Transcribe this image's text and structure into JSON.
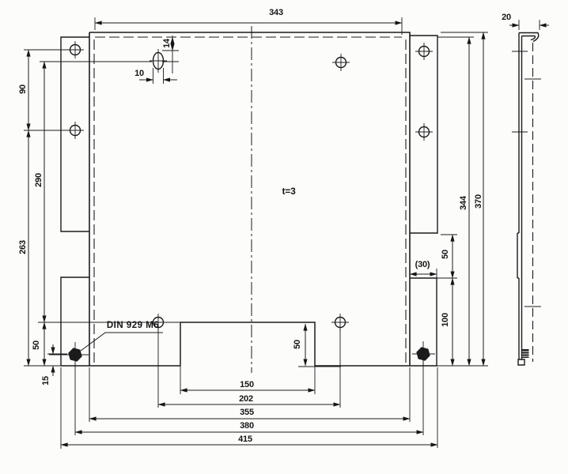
{
  "drawing": {
    "kind": "technical-drawing",
    "notes": {
      "thickness": "t=3",
      "thread_callout": "DIN 929 M6"
    },
    "dimensions": {
      "top_flange_width": "343",
      "side_flange_depth": "20",
      "left_hole_pitch": "90",
      "slot_row_to_bottom_row": "290",
      "left_hole_to_bottom": "263",
      "bottom_row_to_edge": "50",
      "nut_to_bottom_edge": "15",
      "slot_width": "10",
      "slot_offset_from_top": "14",
      "cutout_width": "150",
      "bottom_hole_span": "202",
      "plate_width": "355",
      "nut_span": "380",
      "overall_width": "415",
      "right_strip_width": "(30)",
      "right_notch_height": "50",
      "right_strip_height": "100",
      "flange_top_to_bottom": "344",
      "overall_height": "370",
      "cutout_depth": "50"
    }
  }
}
